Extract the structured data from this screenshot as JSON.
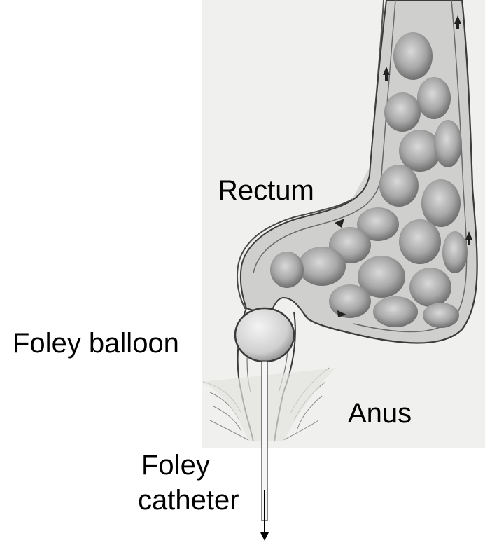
{
  "labels": {
    "rectum": "Rectum",
    "foley_balloon": "Foley balloon",
    "anus": "Anus",
    "foley_catheter_line1": "Foley",
    "foley_catheter_line2": "catheter"
  }
}
